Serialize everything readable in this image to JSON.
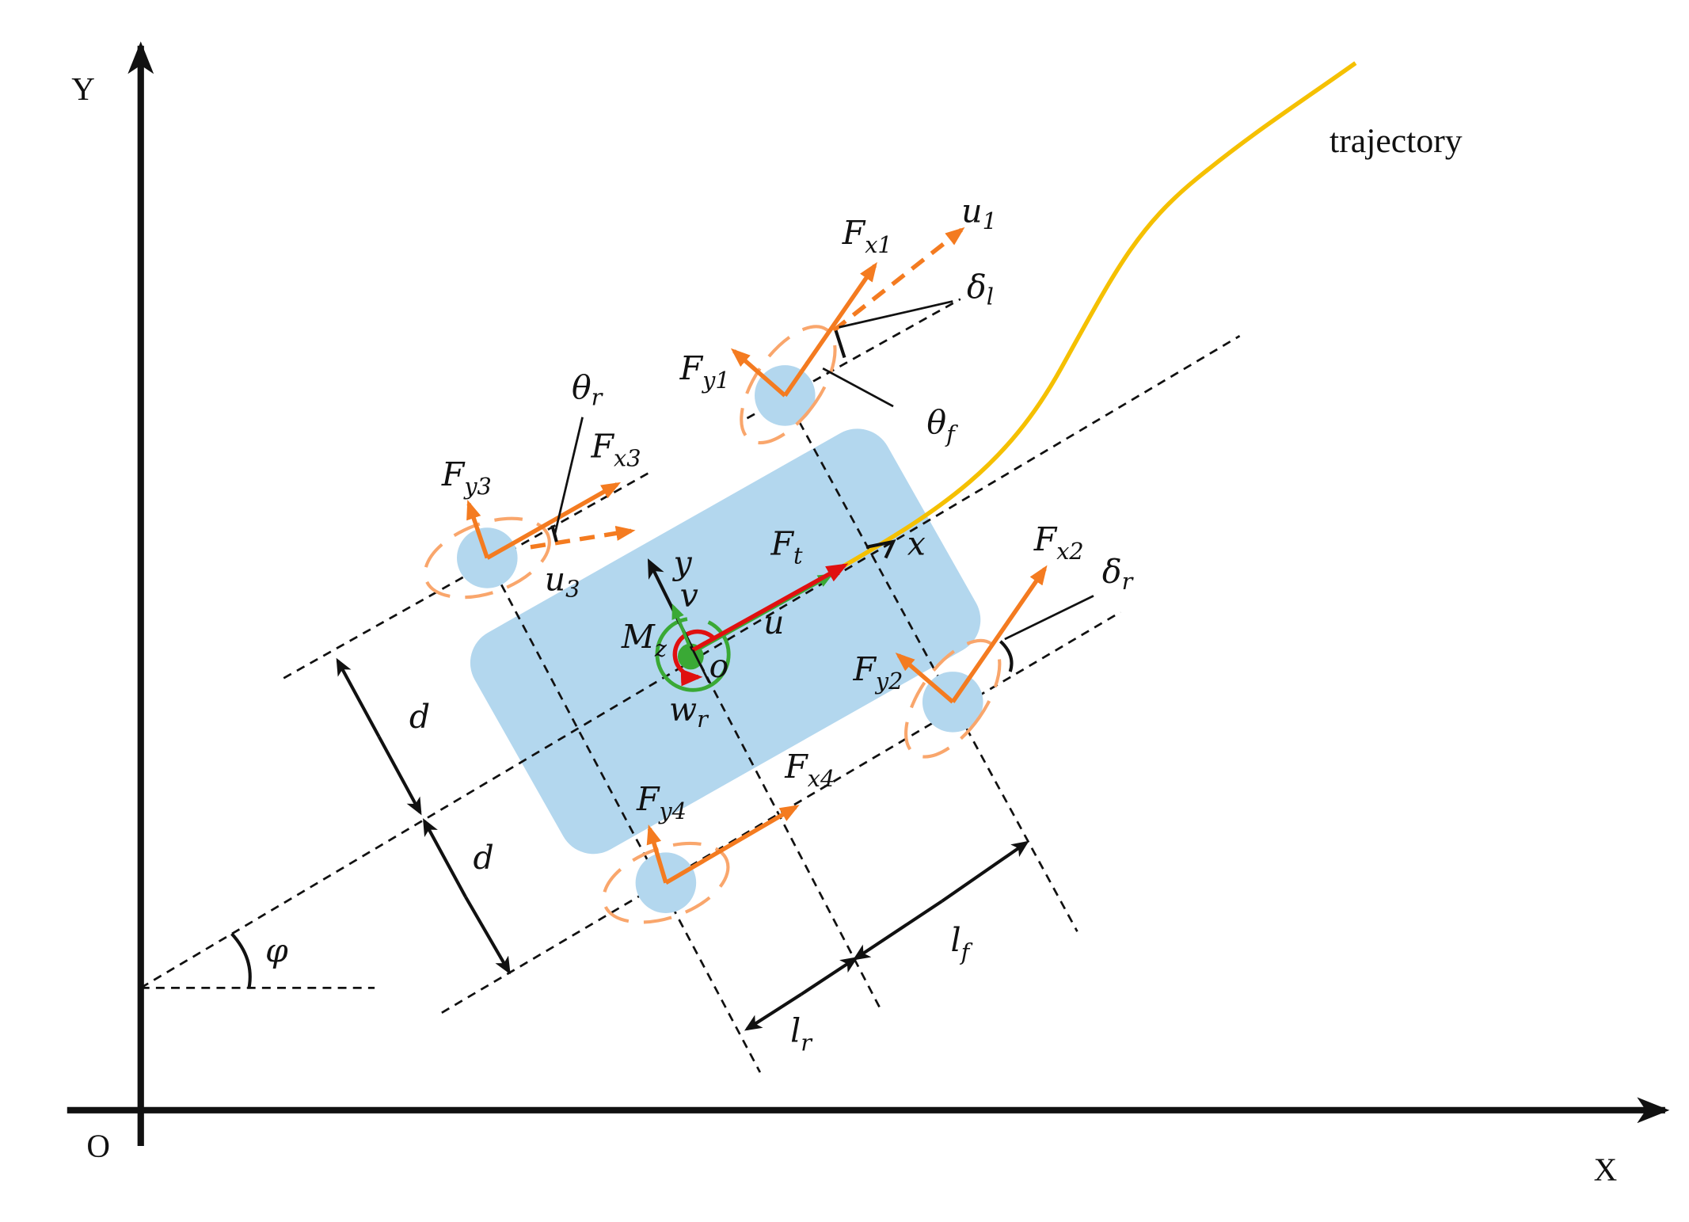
{
  "axes": {
    "y_label": "Y",
    "x_label": "X",
    "origin_label": "O"
  },
  "trajectory_label": "trajectory",
  "colors": {
    "body": "#b3d7ee",
    "force": "#f47b20",
    "trajectory": "#f5c000",
    "traction": "#e01010",
    "velocity": "#3aa935"
  },
  "labels": {
    "Fx1": {
      "main": "F",
      "sub": "x1"
    },
    "Fy1": {
      "main": "F",
      "sub": "y1"
    },
    "u1": {
      "main": "u",
      "sub": "1"
    },
    "delta_l": {
      "main": "δ",
      "sub": "l"
    },
    "theta_f": {
      "main": "θ",
      "sub": "f"
    },
    "theta_r": {
      "main": "θ",
      "sub": "r"
    },
    "Fx3": {
      "main": "F",
      "sub": "x3"
    },
    "Fy3": {
      "main": "F",
      "sub": "y3"
    },
    "u3": {
      "main": "u",
      "sub": "3"
    },
    "Ft": {
      "main": "F",
      "sub": "t"
    },
    "x": {
      "main": "x"
    },
    "y": {
      "main": "y"
    },
    "v": {
      "main": "v"
    },
    "u": {
      "main": "u"
    },
    "Mz": {
      "main": "M",
      "sub": "z"
    },
    "o": {
      "main": "o"
    },
    "wr": {
      "main": "w",
      "sub": "r"
    },
    "Fx2": {
      "main": "F",
      "sub": "x2"
    },
    "Fy2": {
      "main": "F",
      "sub": "y2"
    },
    "delta_r": {
      "main": "δ",
      "sub": "r"
    },
    "Fx4": {
      "main": "F",
      "sub": "x4"
    },
    "Fy4": {
      "main": "F",
      "sub": "y4"
    },
    "d_upper": {
      "main": "d"
    },
    "d_lower": {
      "main": "d"
    },
    "lr": {
      "main": "l",
      "sub": "r"
    },
    "lf": {
      "main": "l",
      "sub": "f"
    },
    "phi": {
      "main": "φ"
    }
  }
}
